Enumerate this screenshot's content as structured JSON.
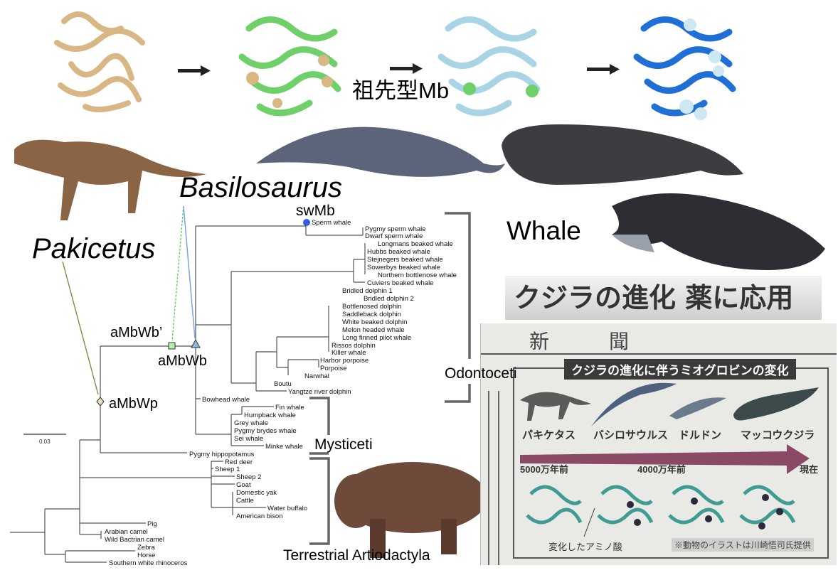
{
  "labels": {
    "ancestral_mb": "祖先型Mb",
    "basilosaurus": "Basilosaurus",
    "pakicetus": "Pakicetus",
    "whale": "Whale",
    "swmb": "swMb",
    "ambwb_prime": "aMbWb’",
    "ambwb": "aMbWb",
    "ambwp": "aMbWp",
    "odontoceti": "Odontoceti",
    "mysticeti": "Mysticeti",
    "terrestrial": "Terrestrial Artiodactyla",
    "scale": "0.03"
  },
  "tree_leaves": [
    "Sperm whale",
    "Pygmy sperm whale",
    "Dwarf sperm whale",
    "Longmans beaked whale",
    "Hubbs beaked whale",
    "Stejnegers beaked whale",
    "Sowerbys beaked whale",
    "Northern bottlenose whale",
    "Cuviers beaked whale",
    "Bridled dolphin 1",
    "Bridled dolphin 2",
    "Bottlenosed dolphin",
    "Saddleback dolphin",
    "White beaked dolphin",
    "Melon headed whale",
    "Long finned pilot whale",
    "Rissos dolphin",
    "Killer whale",
    "Harbor porpoise",
    "Porpoise",
    "Narwhal",
    "Boutu",
    "Yangtze river dolphin",
    "Bowhead whale",
    "Fin whale",
    "Humpback whale",
    "Grey whale",
    "Pygmy brydes whale",
    "Sei whale",
    "Minke whale",
    "Pygmy hippopotamus",
    "Red deer",
    "Sheep 1",
    "Sheep 2",
    "Goat",
    "Domestic yak",
    "Cattle",
    "Water buffalo",
    "American bison",
    "Pig",
    "Arabian camel",
    "Wild Bactrian camel",
    "Zebra",
    "Horse",
    "Southern white rhinoceros"
  ],
  "newspaper": {
    "headline": "クジラの進化 薬に応用",
    "masthead": [
      "新",
      "聞"
    ],
    "figure_title": "クジラの進化に伴うミオグロビンの変化",
    "animals": [
      "パキケタス",
      "バシロサウルス",
      "ドルドン",
      "マッコウクジラ"
    ],
    "time_start": "5000万年前",
    "time_mid": "4000万年前",
    "time_end": "現在",
    "amino_label": "変化したアミノ酸",
    "credit": "※動物のイラストは川崎悟司氏提供"
  },
  "colors": {
    "tan": "#d8b784",
    "green": "#6fd06a",
    "lightblue": "#a9d4e6",
    "blue": "#1f6fd6",
    "swmb_dot": "#2f5de0"
  }
}
